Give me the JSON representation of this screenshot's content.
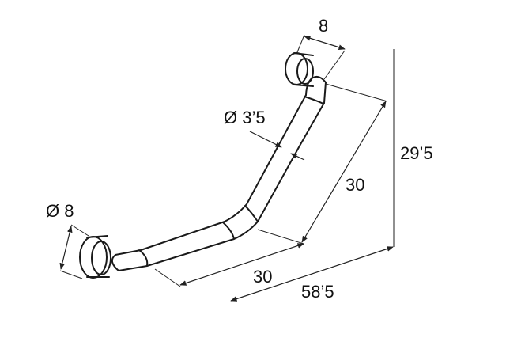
{
  "dimensions": {
    "top_width": "8",
    "tube_diameter": "Ø 3’5",
    "total_height": "29’5",
    "upper_length": "30",
    "flange_diameter": "Ø 8",
    "lower_length": "30",
    "total_width": "58’5"
  }
}
